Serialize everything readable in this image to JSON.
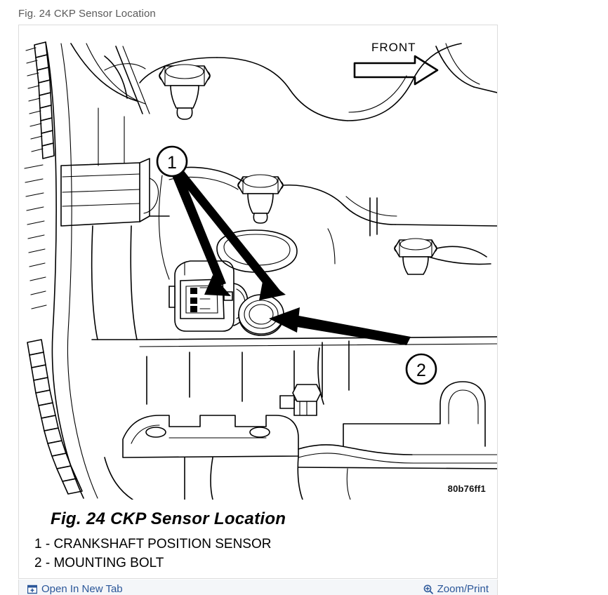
{
  "page": {
    "title": "Fig. 24 CKP Sensor Location"
  },
  "figure": {
    "direction_label": "FRONT",
    "code": "80b76ff1",
    "callouts": [
      {
        "number": "1"
      },
      {
        "number": "2"
      }
    ],
    "caption": "Fig. 24 CKP Sensor Location",
    "legend": [
      "1 - CRANKSHAFT POSITION SENSOR",
      "2 - MOUNTING BOLT"
    ],
    "alt": "Line drawing of engine block showing crankshaft position sensor and mounting bolt"
  },
  "footer": {
    "open_in_new_tab": "Open In New Tab",
    "zoom_print": "Zoom/Print",
    "open_icon": "open-in-new-window-icon",
    "zoom_icon": "magnifier-plus-icon",
    "link_color": "#2a5699",
    "bar_color": "#f4f6f9"
  },
  "colors": {
    "title_text": "#5a5a5a",
    "panel_border": "#dcdcdc",
    "ink": "#000000",
    "background": "#ffffff"
  }
}
